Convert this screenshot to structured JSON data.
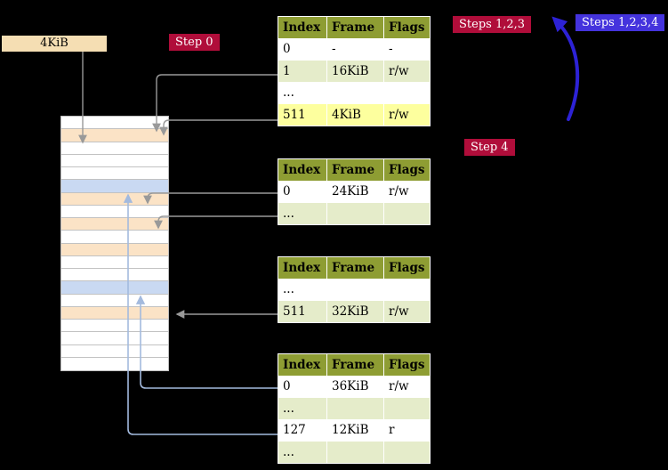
{
  "labels": {
    "page_size_box": "4KiB",
    "step0": "Step 0",
    "steps123": "Steps 1,2,3",
    "steps1234": "Steps 1,2,3,4",
    "step4": "Step 4"
  },
  "colors": {
    "background": "#000000",
    "wheat": "#f5deb3",
    "crimson": "#b00d3a",
    "blue_label": "#4433dd",
    "olive": "#8e9d33",
    "light_green": "#e5ecca",
    "yellow_highlight": "#fdff9e",
    "peach_row": "#fbe3c6",
    "blue_row": "#c9d9f2",
    "white_row": "#ffffff",
    "arrow_gray": "#999999",
    "arrow_light_blue": "#a3bade",
    "arrow_blue": "#2d22d6"
  },
  "tables": [
    {
      "headers": [
        "Index",
        "Frame",
        "Flags"
      ],
      "rows": [
        {
          "style": "white",
          "cells": [
            "0",
            "-",
            "-"
          ]
        },
        {
          "style": "green",
          "cells": [
            "1",
            "16KiB",
            "r/w"
          ]
        },
        {
          "style": "white",
          "cells": [
            "...",
            "",
            ""
          ]
        },
        {
          "style": "yellow",
          "cells": [
            "511",
            "4KiB",
            "r/w"
          ]
        }
      ]
    },
    {
      "headers": [
        "Index",
        "Frame",
        "Flags"
      ],
      "rows": [
        {
          "style": "white",
          "cells": [
            "0",
            "24KiB",
            "r/w"
          ]
        },
        {
          "style": "green",
          "cells": [
            "...",
            "",
            ""
          ]
        }
      ]
    },
    {
      "headers": [
        "Index",
        "Frame",
        "Flags"
      ],
      "rows": [
        {
          "style": "white",
          "cells": [
            "...",
            "",
            ""
          ]
        },
        {
          "style": "green",
          "cells": [
            "511",
            "32KiB",
            "r/w"
          ]
        }
      ]
    },
    {
      "headers": [
        "Index",
        "Frame",
        "Flags"
      ],
      "rows": [
        {
          "style": "white",
          "cells": [
            "0",
            "36KiB",
            "r/w"
          ]
        },
        {
          "style": "green",
          "cells": [
            "...",
            "",
            ""
          ]
        },
        {
          "style": "white",
          "cells": [
            "127",
            "12KiB",
            "r"
          ]
        },
        {
          "style": "green",
          "cells": [
            "...",
            "",
            ""
          ]
        }
      ]
    }
  ],
  "memory_stack": {
    "rows": [
      "white",
      "peach",
      "white",
      "white",
      "white",
      "blue",
      "peach",
      "white",
      "peach",
      "white",
      "peach",
      "white",
      "white",
      "blue",
      "white",
      "peach",
      "white",
      "white",
      "white",
      "white"
    ]
  }
}
